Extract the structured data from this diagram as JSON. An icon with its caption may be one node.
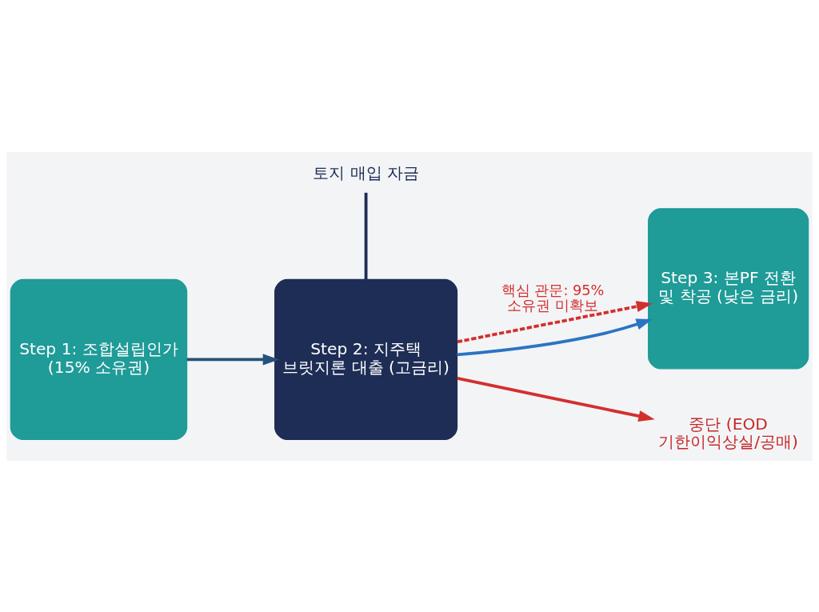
{
  "diagram": {
    "nodes": [
      {
        "text": [
          "Step 1: 조합설립인가 (15% 소유권)"
        ]
      },
      {
        "text": [
          "Step 2: 지주택 브릿지론 대출 (고금리)"
        ]
      },
      {
        "text": [
          "Step 3: 본PF 전환 및 착공 (낮은 금리)"
        ]
      },
      {
        "text": [
          "토지 매입 자금"
        ]
      },
      {
        "text": [
          "중단 (EOD 기한이익상실/공매)"
        ]
      }
    ],
    "edges": [
      {
        "from": 0,
        "to": 1,
        "arrow": "to",
        "color": "#24527a"
      },
      {
        "from": 3,
        "to": 1,
        "arrow": "none",
        "color": "#1e2d55"
      },
      {
        "from": 1,
        "to": 2,
        "arrow": "to",
        "label": "핵심 관문: 95% 소유권 미확보",
        "style": "dashed",
        "color": "#d32f2f"
      },
      {
        "from": 1,
        "to": 2,
        "arrow": "to",
        "color": "#2a74c4"
      },
      {
        "from": 1,
        "to": 4,
        "arrow": "to",
        "color": "#d32f2f"
      }
    ]
  }
}
